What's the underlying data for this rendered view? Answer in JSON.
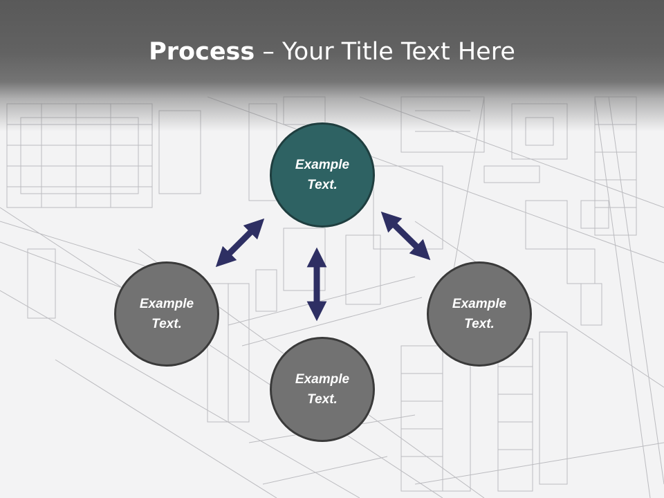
{
  "slide": {
    "title_bold": "Process",
    "title_rest": " – Your Title Text Here"
  },
  "nodes": {
    "top": {
      "line1": "Example",
      "line2": "Text."
    },
    "left": {
      "line1": "Example",
      "line2": "Text."
    },
    "right": {
      "line1": "Example",
      "line2": "Text."
    },
    "bottom": {
      "line1": "Example",
      "line2": "Text."
    }
  },
  "colors": {
    "accent_node": "#2e6263",
    "gray_node": "#727272",
    "arrow": "#2e2f63",
    "title_band": "#5a5a5a"
  },
  "background": {
    "description_icon": "architectural-wireframe"
  }
}
